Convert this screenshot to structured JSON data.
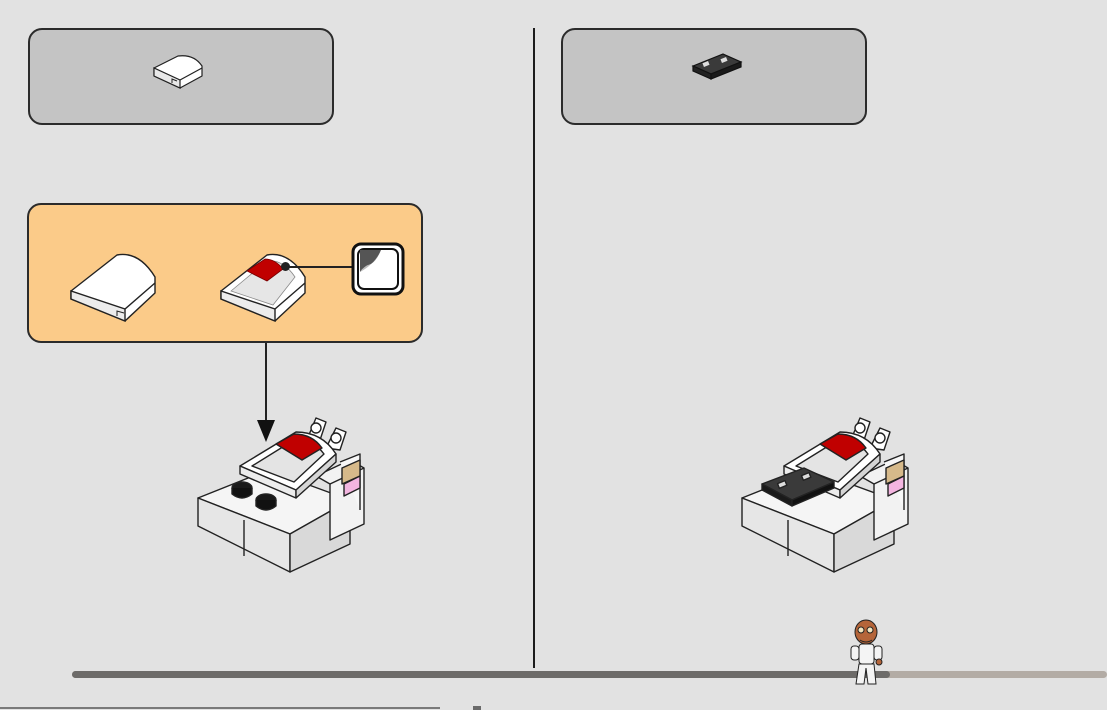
{
  "steps": [
    {
      "parts": [
        {
          "name": "curved-slope-white",
          "color": "#ffffff"
        }
      ]
    },
    {
      "parts": [
        {
          "name": "tile-black",
          "color": "#2a2a2a"
        }
      ]
    }
  ],
  "sub_step": {
    "items": [
      {
        "name": "curved-slope-plain",
        "color": "#ffffff"
      },
      {
        "name": "curved-slope-decorated",
        "color": "#ffffff",
        "print_color": "#c00000"
      }
    ],
    "sticker_icon": "sticker-icon",
    "background": "#fbcb89"
  },
  "progress": {
    "fraction": 0.79,
    "fill_color": "#6d6b69",
    "track_color": "#b3aca5"
  },
  "colors": {
    "page": "#e2e2e2",
    "parts_box": "#c4c4c4",
    "accent_red": "#c00000"
  }
}
